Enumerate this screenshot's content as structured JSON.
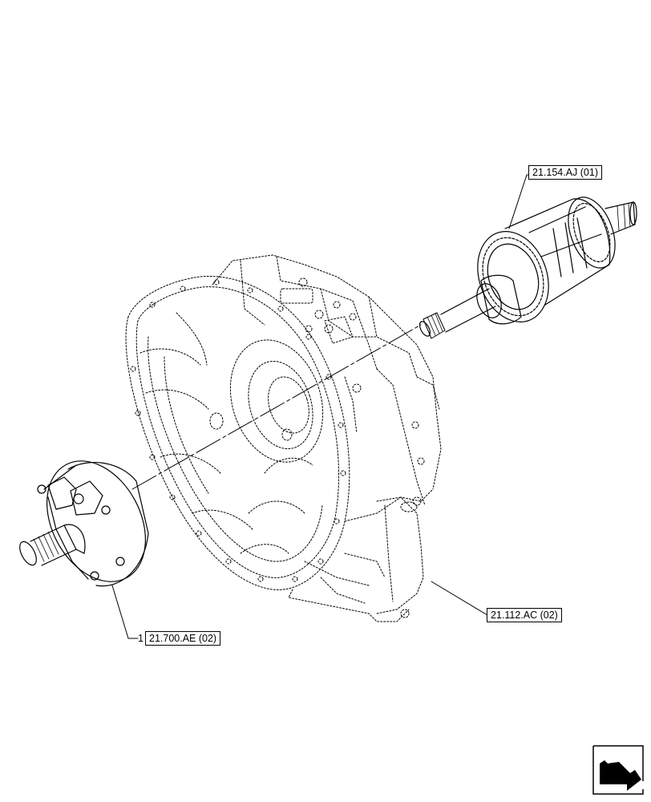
{
  "references": [
    {
      "id": "ref-shaft",
      "label": "21.154.AJ (01)"
    },
    {
      "id": "ref-housing",
      "label": "21.112.AC (02)"
    },
    {
      "id": "ref-pump",
      "label": "21.700.AE (02)"
    }
  ],
  "item_number": "1",
  "icons": {
    "nav": "next-page-arrow-icon"
  },
  "colors": {
    "line": "#000000",
    "background": "#ffffff"
  }
}
